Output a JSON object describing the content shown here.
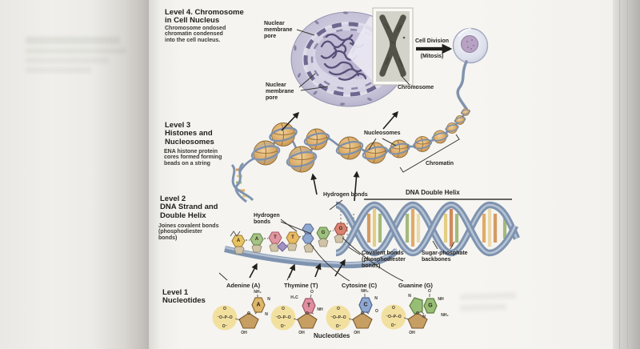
{
  "book": {
    "levels": {
      "level4": {
        "heading": "Level 4. Chromosome\nin Cell Nucleus",
        "description": "Chromosome ondosed\nchromatin condensed\ninto the cell nucleus."
      },
      "level3": {
        "heading": "Level 3\nHistones and\nNucleosomes",
        "description": "ENA histone protein\ncores formed forming\nbeads on a string"
      },
      "level2": {
        "heading": "Level 2\nDNA Strand and\nDouble Helix",
        "description": "Joines covalent bonds\n(phosphodiester\nbonds)"
      },
      "level1": {
        "heading": "Level 1\nNucleotides"
      }
    },
    "labels": {
      "nuclear_pore_top": "Nuclear\nmembrane\npore",
      "nuclear_pore_bottom": "Nuclear\nmembrane\npore",
      "cell_division": "Cell Division",
      "mitosis": "(Mitosis)",
      "chromosome": "Chromosome",
      "nucleosomes": "Nucleosomes",
      "chromatin": "Chromatin",
      "hydrogen_bonds_helix": "Hydrogen bonds",
      "dna_double_helix": "DNA Double Helix",
      "hydrogen_bonds_strand": "Hydrogen\nbonds",
      "covalent_bonds": "Covalent bonds\n(phosphodiester\nbonds)",
      "sugar_phosphate": "Sugar-phosphate\nbackbones",
      "nucleotides_caption": "Nucleotides"
    },
    "strand": {
      "bases": [
        "A",
        "A",
        "T",
        "T",
        "G",
        "G"
      ]
    },
    "nucleotides": {
      "adenine": {
        "name": "Adenine (A)",
        "letter": "A"
      },
      "thymine": {
        "name": "Thymine (T)",
        "letter": "T"
      },
      "cytosine": {
        "name": "Cytosine (C)",
        "letter": "C"
      },
      "guanine": {
        "name": "Guanine (G)",
        "letter": "G"
      }
    },
    "chem": {
      "nh2": "NH₂",
      "n": "N",
      "o": "O",
      "oh": "OH",
      "h3c": "H₃C",
      "nh": "NH",
      "o_neg": "O⁻",
      "phosphate": "⁻O–P–O"
    },
    "colors": {
      "adenine": "#dfb76c",
      "thymine": "#e08fa0",
      "cytosine": "#8fa8d2",
      "guanine": "#98bd74",
      "backbone": "#7e93af",
      "histone": "#d9a96a",
      "nucleus": "#c0bdd4",
      "chromatin": "#584f78",
      "page": "#f5f4f0"
    }
  }
}
